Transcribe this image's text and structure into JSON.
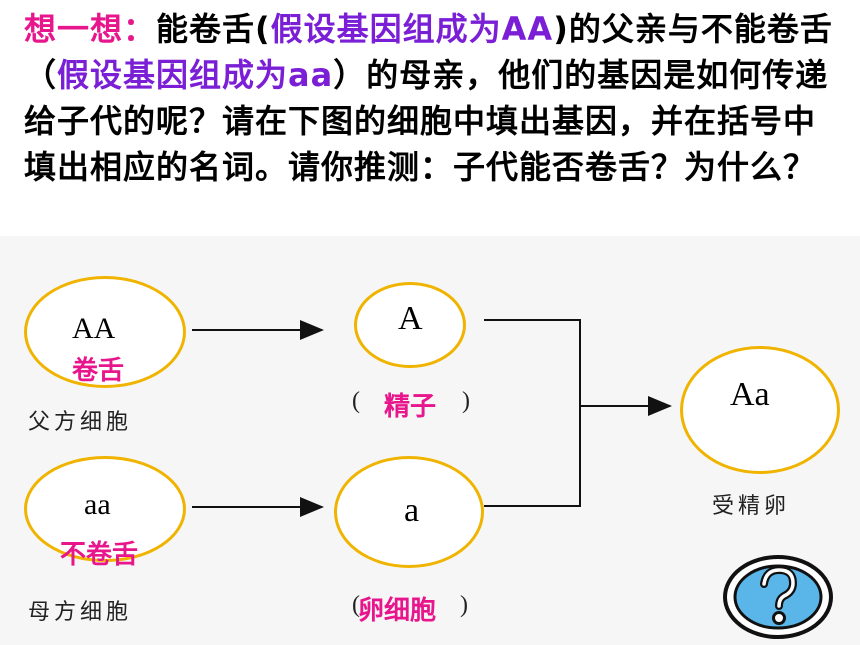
{
  "question": {
    "prefix": "想一想：",
    "t1": "能卷舌(",
    "father_assume": "假设基因组成为AA",
    "t2": ")的父亲与不能卷舌（",
    "mother_assume": "假设基因组成为aa",
    "t3": "）的母亲，他们的基因是如何传递给子代的呢？请在下图的细胞中填出基因，并在括号中填出相应的名词。请你推测：子代能否卷舌？为什么？"
  },
  "diagram": {
    "father": {
      "genotype": "AA",
      "trait": "卷舌",
      "caption": "父方细胞"
    },
    "mother": {
      "genotype": "aa",
      "trait": "不卷舌",
      "caption": "母方细胞"
    },
    "sperm": {
      "gene": "A",
      "open": "(",
      "name": "精子",
      "close": ")"
    },
    "egg": {
      "gene": "a",
      "open": "(",
      "name": "卵细胞",
      "close": ")"
    },
    "zygote": {
      "genotype": "Aa",
      "caption": "受精卵"
    },
    "help_icon": "question-mark-icon"
  }
}
